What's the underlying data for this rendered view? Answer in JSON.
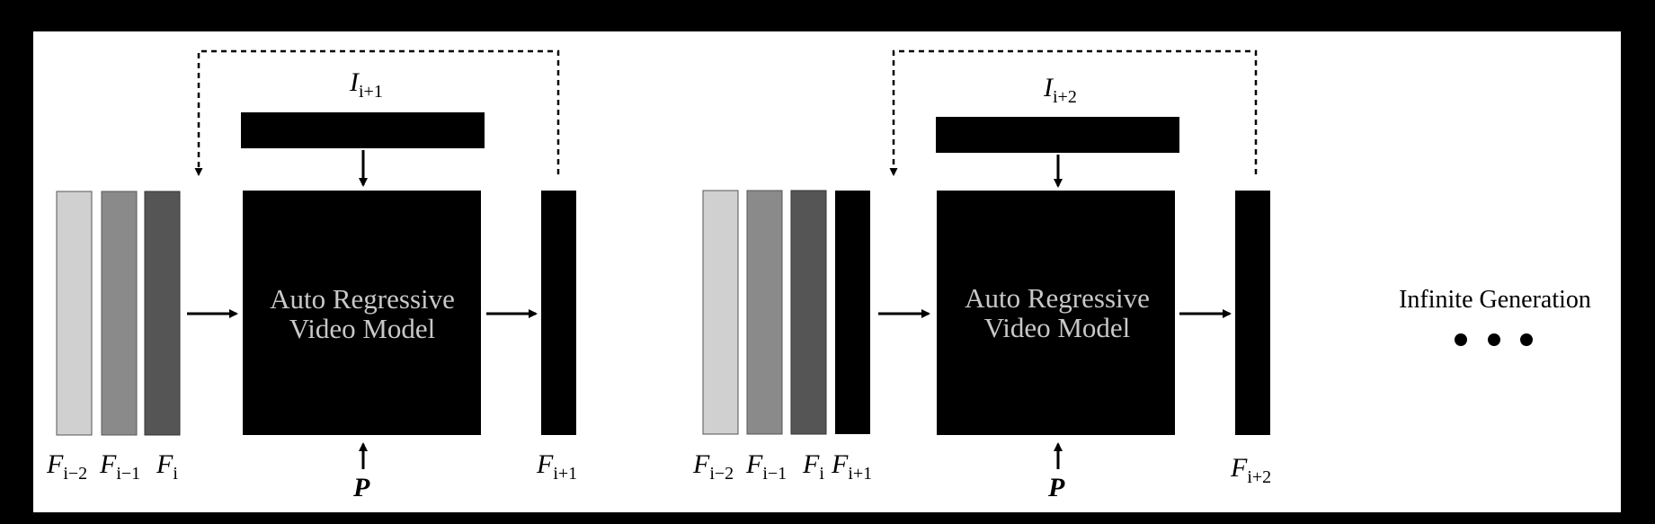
{
  "stages": [
    {
      "model_label_line1": "Auto Regressive",
      "model_label_line2": "Video Model",
      "input_frames": [
        {
          "sym": "F",
          "sub": "i−2"
        },
        {
          "sym": "F",
          "sub": "i−1"
        },
        {
          "sym": "F",
          "sub": "i"
        }
      ],
      "output_frame": {
        "sym": "F",
        "sub": "i+1"
      },
      "image_label": {
        "sym": "I",
        "sub": "i+1"
      },
      "prompt_label": "P"
    },
    {
      "model_label_line1": "Auto Regressive",
      "model_label_line2": "Video Model",
      "input_frames": [
        {
          "sym": "F",
          "sub": "i−2"
        },
        {
          "sym": "F",
          "sub": "i−1"
        },
        {
          "sym": "F",
          "sub": "i"
        },
        {
          "sym": "F",
          "sub": "i+1"
        }
      ],
      "output_frame": {
        "sym": "F",
        "sub": "i+2"
      },
      "image_label": {
        "sym": "I",
        "sub": "i+2"
      },
      "prompt_label": "P"
    }
  ],
  "infinite_label": "Infinite Generation",
  "colors": {
    "frame_light": "#d0d0d0",
    "frame_mid": "#8a8a8a",
    "frame_dark": "#555555",
    "frame_black": "#000000",
    "canvas": "#ffffff",
    "outer": "#000000"
  }
}
